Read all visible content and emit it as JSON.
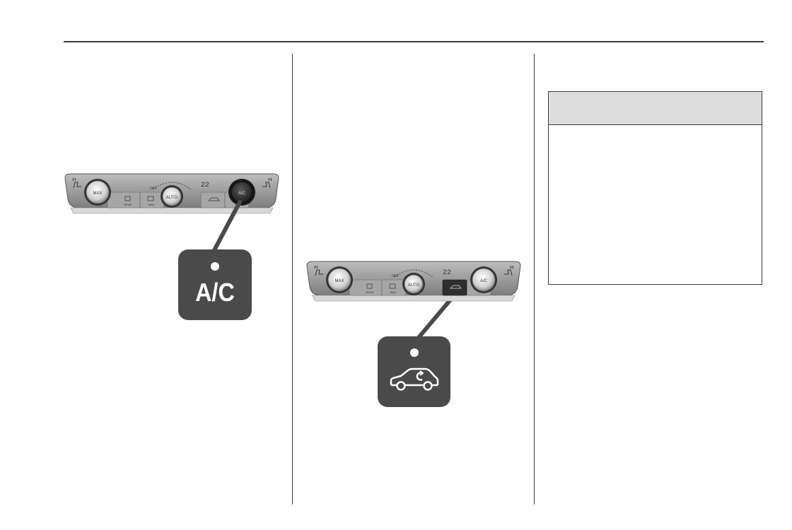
{
  "panel1": {
    "left_knob_label": "MAX",
    "center_knob_label": "AUTO",
    "right_knob_label": "A/C",
    "off_label": "OFF",
    "temp_display": "22",
    "rear_label": "REAR",
    "max_label": "MAX"
  },
  "callout_ac": {
    "label": "A/C"
  },
  "panel2": {
    "left_knob_label": "MAX",
    "center_knob_label": "AUTO",
    "right_knob_label": "A/C",
    "off_label": "OFF",
    "temp_display": "22",
    "rear_label": "REAR",
    "max_label": "MAX"
  },
  "callout_recirc": {
    "icon": "car-recirculation-icon"
  },
  "note": {
    "header": "",
    "body": ""
  },
  "colors": {
    "panel_dark": "#4a4a4a",
    "panel_mid": "#9a9a9a",
    "note_header_bg": "#dddddd"
  }
}
